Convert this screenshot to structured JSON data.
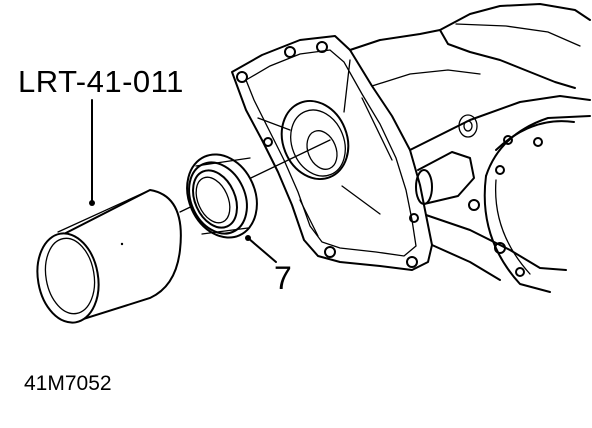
{
  "labels": {
    "tool_number": "LRT-41-011",
    "callout": "7",
    "figure_id": "41M7052"
  }
}
